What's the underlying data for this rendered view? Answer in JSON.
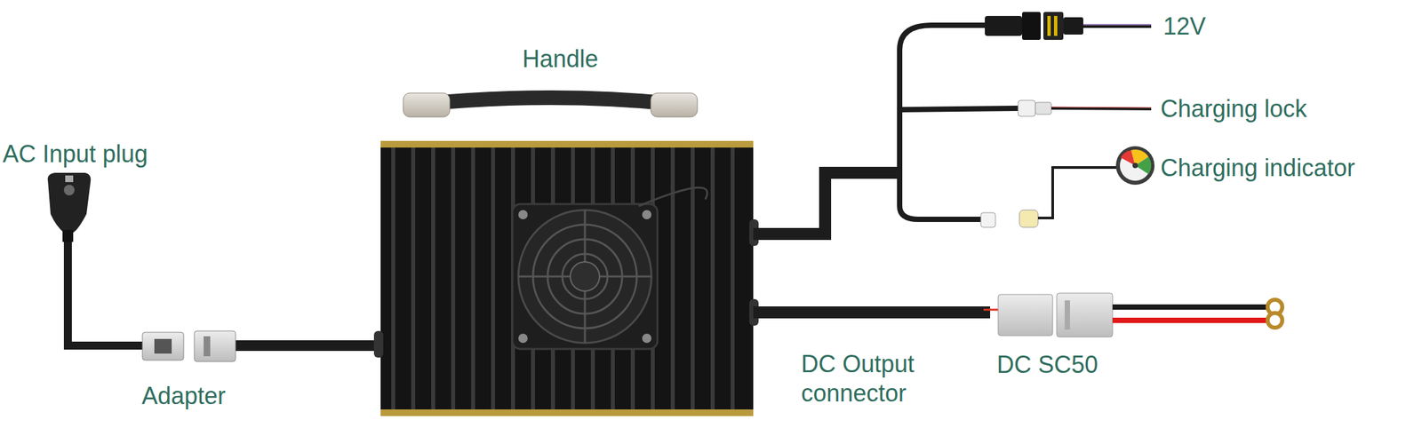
{
  "diagram": {
    "labels": [
      "Handle",
      "AC Input plug",
      "12V",
      "Charging lock",
      "Charging indicator",
      "Adapter",
      "DC Output connector",
      "DC SC50"
    ]
  }
}
